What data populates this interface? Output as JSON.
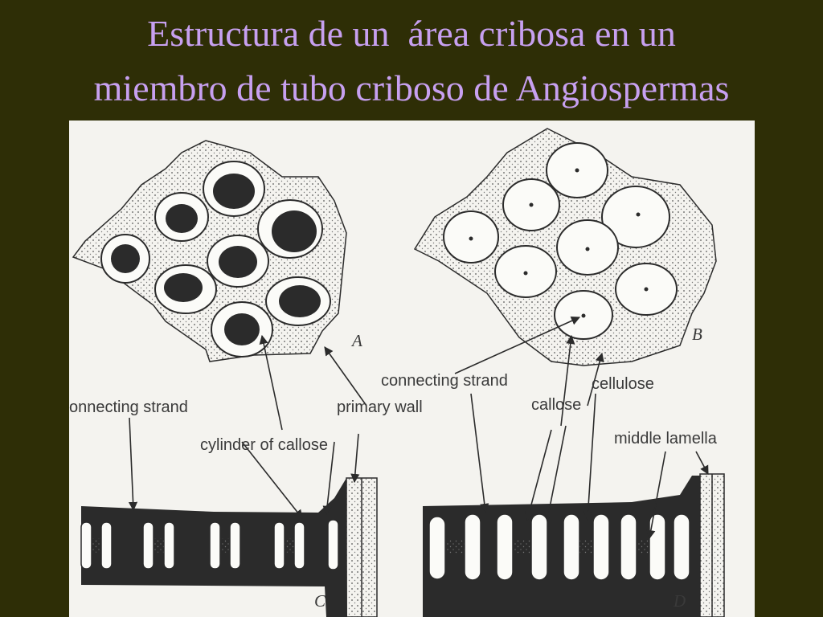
{
  "title": {
    "line1": "Estructura de un  área cribosa en un",
    "line2": "miembro de tubo criboso de Angiospermas"
  },
  "labels": {
    "connecting_strand_left": "onnecting strand",
    "primary_wall": "primary wall",
    "cylinder_of_callose": "cylinder of  callose",
    "connecting_strand_right": "connecting strand",
    "cellulose": "cellulose",
    "callose": "callose",
    "middle_lamella": "middle lamella"
  },
  "panels": {
    "a": "A",
    "b": "B",
    "c": "C",
    "d": "D"
  },
  "colors": {
    "background": "#2e2e06",
    "title": "#c7a0f0",
    "figure": "#f4f3ef",
    "ink": "#2b2b2b"
  }
}
